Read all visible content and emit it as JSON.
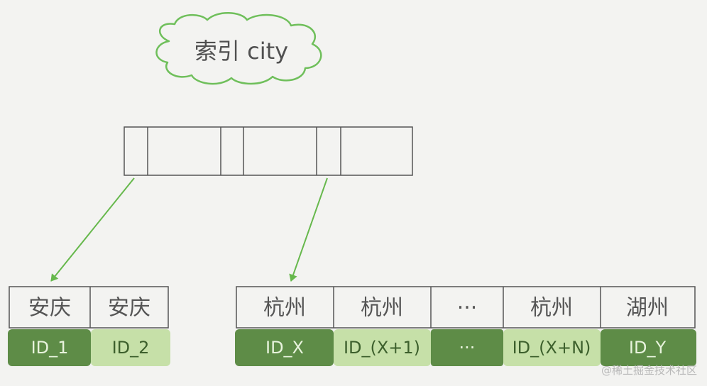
{
  "title": "索引 city",
  "left_leaf": {
    "cities": [
      "安庆",
      "安庆"
    ],
    "ids": [
      "ID_1",
      "ID_2"
    ]
  },
  "right_leaf": {
    "cities": [
      "杭州",
      "杭州",
      "···",
      "杭州",
      "湖州"
    ],
    "ids": [
      "ID_X",
      "ID_(X+1)",
      "···",
      "ID_(X+N)",
      "ID_Y"
    ]
  },
  "colors": {
    "dark_green": "#5e8c47",
    "light_green": "#c6e0a8",
    "arrow_green": "#66b84c",
    "cloud_stroke": "#6fbf5b",
    "line_gray": "#555555",
    "dark_text": "#e8f3dd",
    "light_text": "#3c5f2c"
  },
  "watermark": "@稀土掘金技术社区"
}
